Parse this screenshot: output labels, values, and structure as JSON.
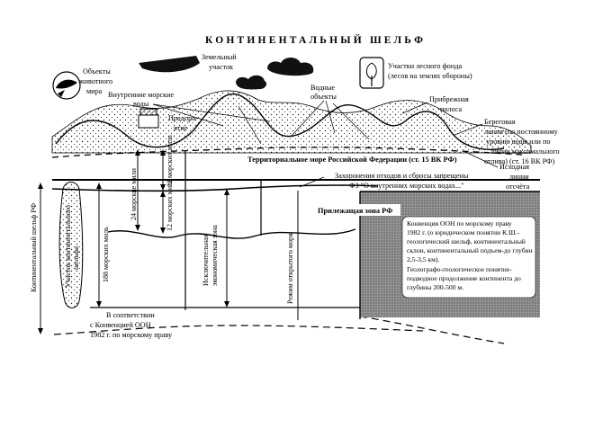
{
  "title": "КОНТИНЕНТАЛЬНЫЙ ШЕЛЬФ",
  "labels": {
    "animals": [
      "Объекты",
      "животного",
      "мира"
    ],
    "land_plot": [
      "Земельный",
      "участок"
    ],
    "forest": [
      "Участки лесного фонда",
      "(лесов на землях обороны)"
    ],
    "inner_waters": [
      "Внутренние морские",
      "воды"
    ],
    "enterprise": [
      "Предпри-",
      "ятие"
    ],
    "water_objects": [
      "Водные",
      "объекты"
    ],
    "coastal_strip": [
      "Прибрежная",
      "полоса"
    ],
    "shoreline": [
      "Береговая",
      "линия (по постоянному",
      "уровню воды или по",
      "линии максимального",
      "отлива) (ст. 16 ВК РФ)"
    ],
    "baselines": [
      "Исходная",
      "линии",
      "отсчёта"
    ],
    "territorial_sea": "Территориальное море Российской Федерации (ст. 15 ВК РФ)",
    "disposal": [
      "Захоронения отходов и сбросы запрещены",
      "ФЗ \"О внутренних морских водах...\""
    ],
    "contiguous_zone": "Прилежащая зона РФ",
    "un_box": [
      "Конвенция ООН по морскому праву",
      "1982 г. (о юридическом понятии К.Ш.-",
      "геологический шельф, континентальный",
      "склон, континентальный подъем-до глубин",
      "2,5-3,5 км).",
      "Геолографо-геологическое понятие-",
      "подводное продолжение континента до",
      "глубины 200-500 м."
    ],
    "accordance": [
      "В соответствии",
      "с Конвенцией ООН",
      "1982 г. по морскому праву"
    ]
  },
  "vertical_labels": {
    "continental_shelf_rf": "Континентальный шельф РФ",
    "shelf_area": [
      "Участок континентального",
      "шельфа"
    ],
    "miles_188": "188 морских миль",
    "miles_24": "24 морские мили",
    "miles_12_a": "12 морских миль",
    "miles_12_b": "12 морских миль",
    "eez": [
      "Исключительная",
      "экономическая зона"
    ],
    "open_sea": "Режим открытого моря"
  }
}
